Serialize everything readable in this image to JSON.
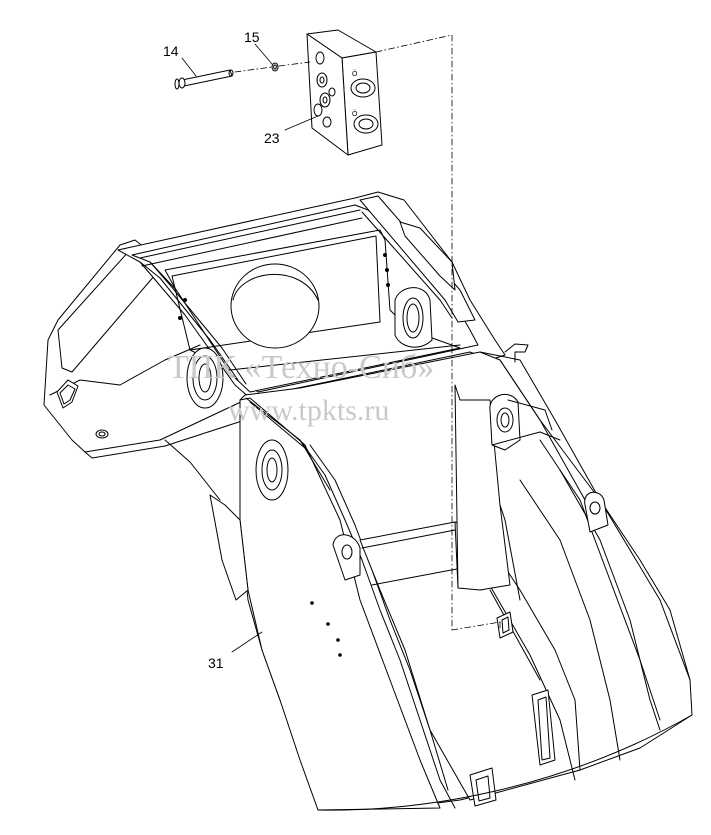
{
  "callouts": {
    "c14": "14",
    "c15": "15",
    "c23": "23",
    "c31": "31"
  },
  "watermark": {
    "line1": "ТПК «Техно-Сиб»",
    "line2": "www.tpkts.ru"
  }
}
